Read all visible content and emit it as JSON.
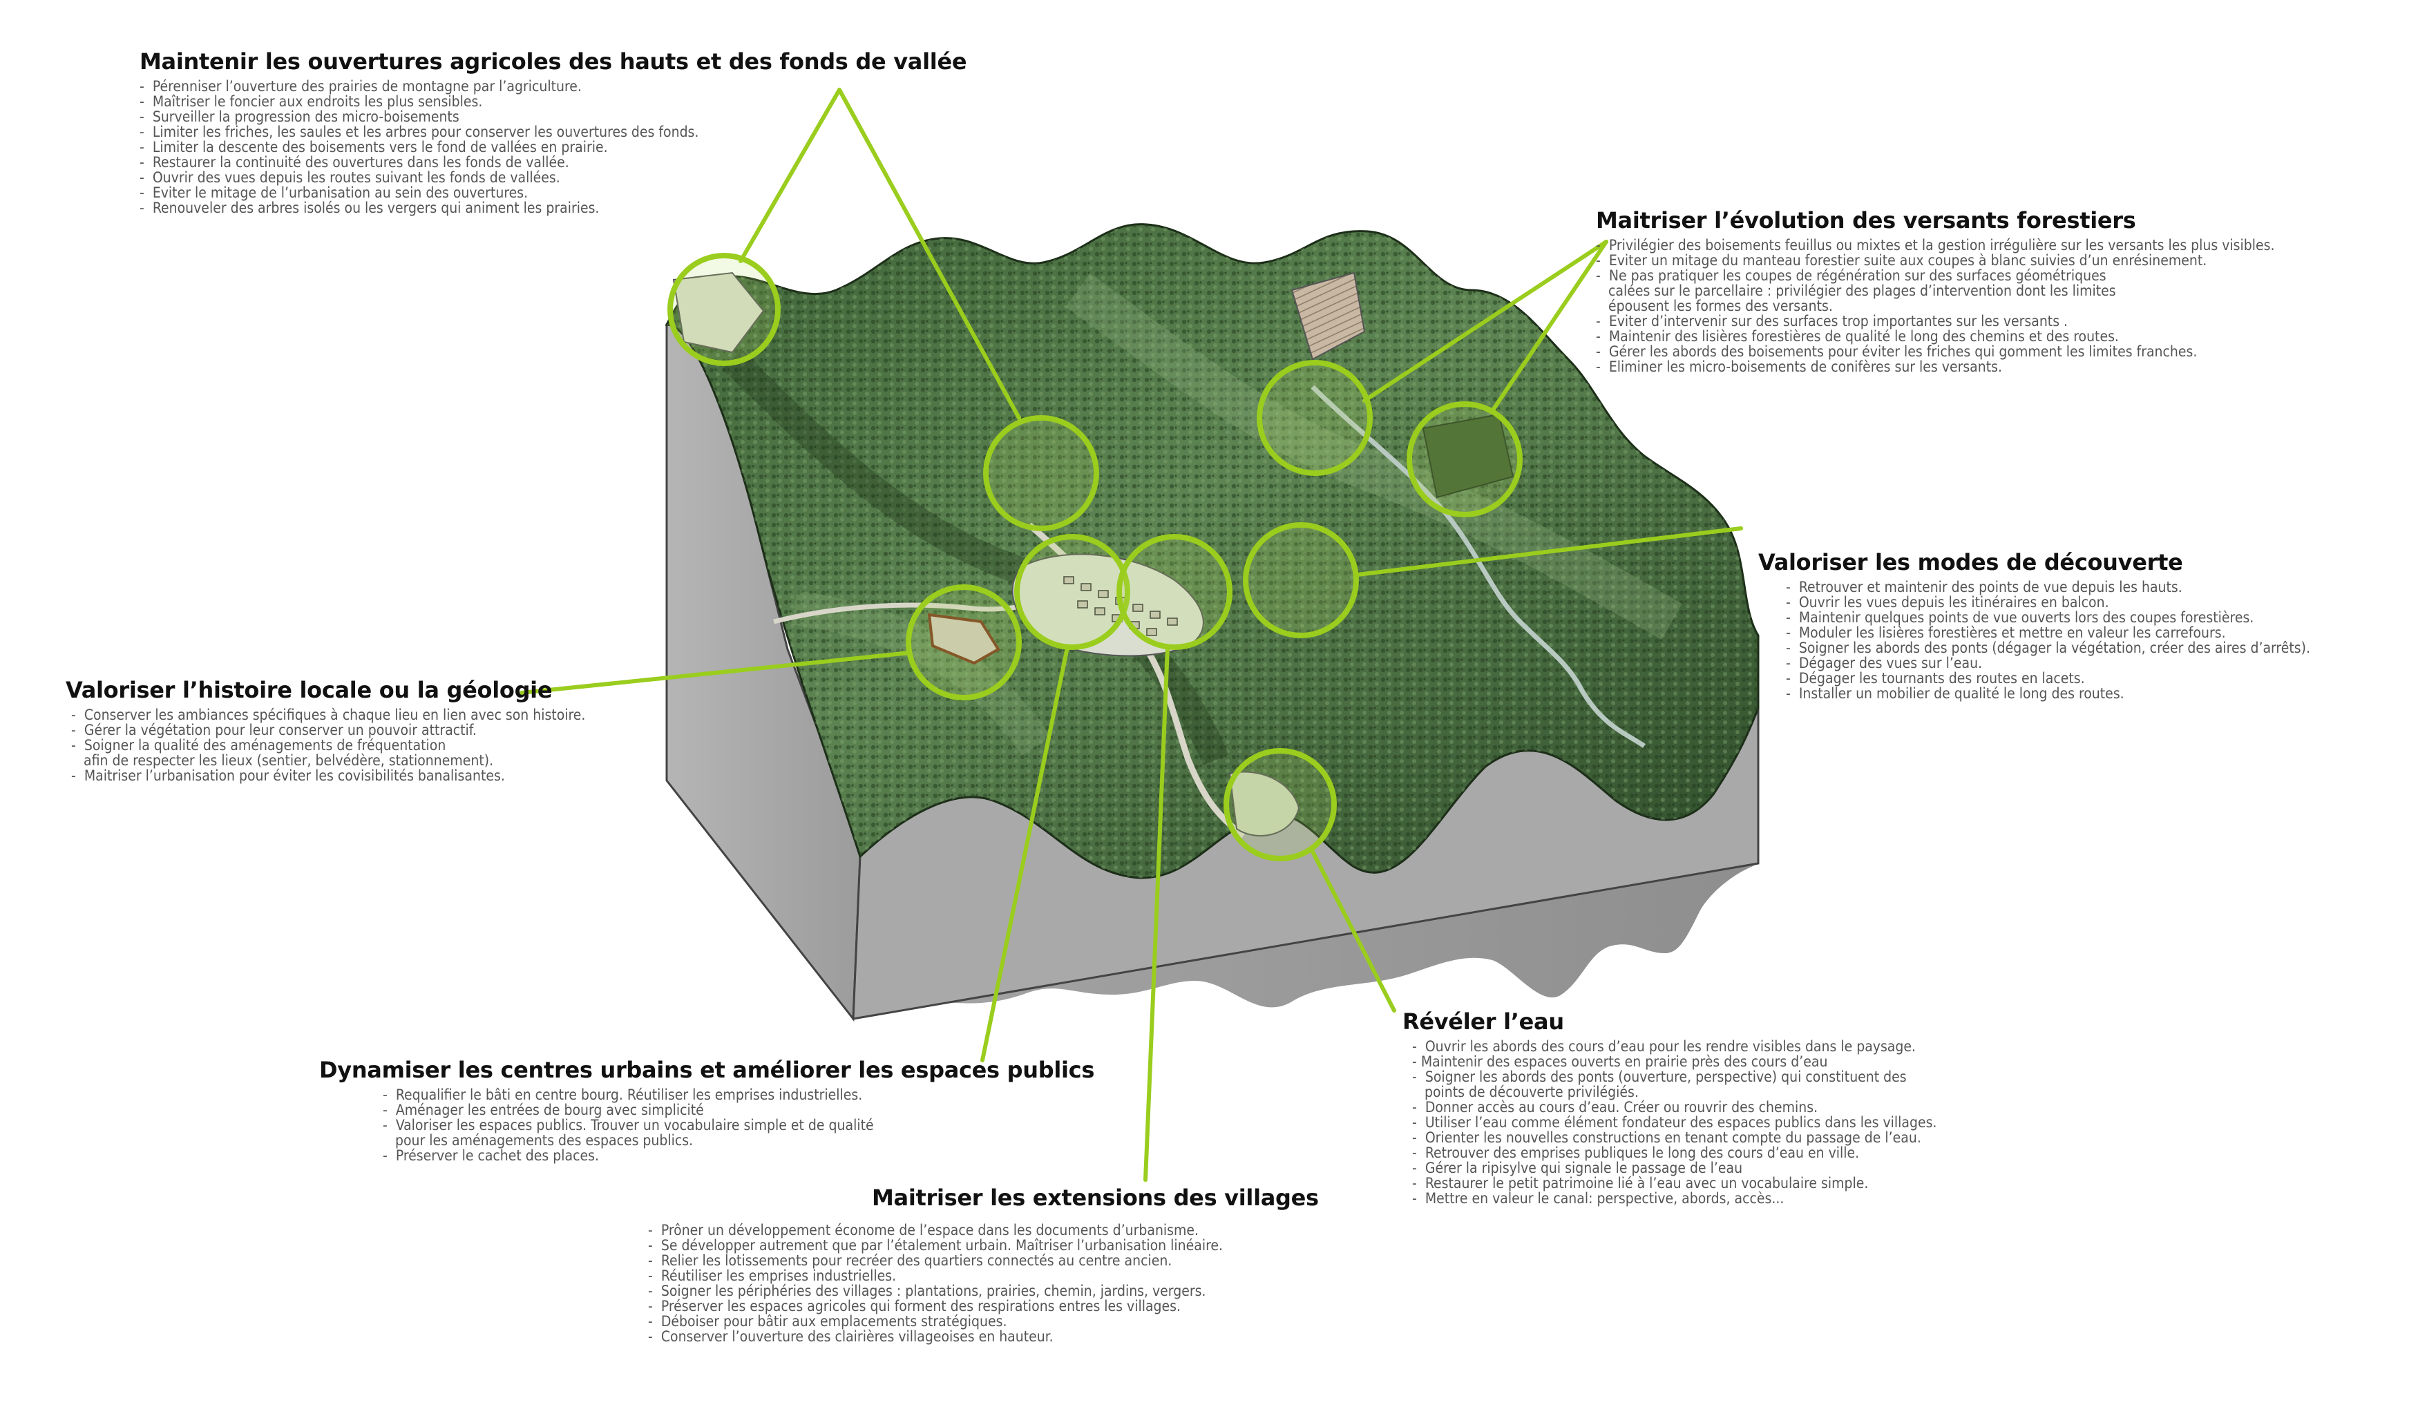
{
  "colors": {
    "accent": "#9acd1d",
    "forest_dark": "#2f4d2b",
    "forest_mid": "#4f7545",
    "forest_light": "#6f9262",
    "block_side": "#a8a8a8",
    "block_side_dark": "#8f8f8f",
    "heading": "#111111",
    "bullet_text": "#555555"
  },
  "blocks": [
    {
      "id": "ouvertures",
      "title": "Maintenir les ouvertures agricoles des hauts et des fonds de vallée",
      "items": [
        "-  Pérenniser l’ouverture des prairies de montagne par l’agriculture.",
        "-  Maîtriser le foncier aux endroits les plus sensibles.",
        "-  Surveiller la progression des micro-boisements",
        "-  Limiter les friches, les saules et les arbres pour conserver les ouvertures des fonds.",
        "-  Limiter la descente des boisements vers le fond de vallées en prairie.",
        "-  Restaurer la continuité des ouvertures dans les fonds de vallée.",
        "-  Ouvrir des vues depuis les routes suivant les fonds de vallées.",
        "-  Eviter le mitage de l’urbanisation au sein des ouvertures.",
        "-  Renouveler des arbres isolés ou les vergers qui animent les prairies."
      ]
    },
    {
      "id": "versants",
      "title": "Maitriser l’évolution des versants forestiers",
      "items": [
        "-  Privilégier des boisements feuillus ou mixtes et la gestion irrégulière sur les versants les plus visibles.",
        "-  Eviter un mitage du manteau forestier suite aux coupes à blanc suivies d’un enrésinement.",
        "-  Ne pas pratiquer les coupes de régénération sur des surfaces géométriques",
        "   calées sur le parcellaire : privilégier des plages d’intervention dont les limites",
        "   épousent les formes des versants.",
        "-  Eviter d’intervenir sur des surfaces trop importantes sur les versants .",
        "-  Maintenir des lisières forestières de qualité le long des chemins et des routes.",
        "-  Gérer les abords des boisements pour éviter les friches qui gomment les limites franches.",
        "-  Eliminer les micro-boisements de conifères sur les versants."
      ]
    },
    {
      "id": "decouverte",
      "title": "Valoriser les modes de découverte",
      "items": [
        "-  Retrouver et maintenir des points de vue depuis les hauts.",
        "-  Ouvrir les vues depuis les itinéraires en balcon.",
        "-  Maintenir quelques points de vue ouverts lors des coupes forestières.",
        "-  Moduler les lisières forestières et mettre en valeur les carrefours.",
        "-  Soigner les abords des ponts (dégager la végétation, créer des aires d’arrêts).",
        "-  Dégager des vues sur l’eau.",
        "-  Dégager les tournants des routes en lacets.",
        "-  Installer un mobilier de qualité le long des routes."
      ]
    },
    {
      "id": "histoire",
      "title": "Valoriser l’histoire locale ou la géologie",
      "items": [
        "-  Conserver les ambiances spécifiques à chaque lieu en lien avec son histoire.",
        "-  Gérer la végétation pour leur conserver un pouvoir attractif.",
        "-  Soigner la qualité des aménagements de fréquentation",
        "   afin de respecter les lieux (sentier, belvédère, stationnement).",
        "-  Maitriser l’urbanisation pour éviter les covisibilités banalisantes."
      ]
    },
    {
      "id": "eau",
      "title": "Révéler l’eau",
      "items": [
        "-  Ouvrir les abords des cours d’eau pour les rendre visibles dans le paysage.",
        "- Maintenir des espaces ouverts en prairie près des cours d’eau",
        "-  Soigner les abords des ponts (ouverture, perspective) qui constituent des",
        "   points de découverte privilégiés.",
        "-  Donner accès au cours d’eau. Créer ou rouvrir des chemins.",
        "-  Utiliser l’eau comme élément fondateur des espaces publics dans les villages.",
        "-  Orienter les nouvelles constructions en tenant compte du passage de l’eau.",
        "-  Retrouver des emprises publiques le long des cours d’eau en ville.",
        "-  Gérer la ripisylve qui signale le passage de l’eau",
        "-  Restaurer le petit patrimoine lié à l’eau avec un vocabulaire simple.",
        "-  Mettre en valeur le canal: perspective, abords, accès..."
      ]
    },
    {
      "id": "centres",
      "title": "Dynamiser les centres urbains et améliorer les espaces publics",
      "items": [
        "-  Requalifier le bâti en centre bourg. Réutiliser les emprises industrielles.",
        "-  Aménager les entrées de bourg avec simplicité",
        "-  Valoriser les espaces publics. Trouver un vocabulaire simple et de qualité",
        "   pour les aménagements des espaces publics.",
        "-  Préserver le cachet des places."
      ]
    },
    {
      "id": "extensions",
      "title": "Maitriser les extensions des villages",
      "items": [
        "-  Prôner un développement économe de l’espace dans les documents d’urbanisme.",
        "-  Se développer autrement que par l’étalement urbain. Maîtriser l’urbanisation linéaire.",
        "-  Relier les lotissements pour recréer des quartiers connectés au centre ancien.",
        "-  Réutiliser les emprises industrielles.",
        "-  Soigner les périphéries des villages : plantations, prairies, chemin, jardins, vergers.",
        "-  Préserver les espaces agricoles qui forment des respirations entres les villages.",
        "-  Déboiser pour bâtir aux emplacements stratégiques.",
        "-  Conserver l’ouverture des clairières villageoises en hauteur."
      ]
    }
  ]
}
